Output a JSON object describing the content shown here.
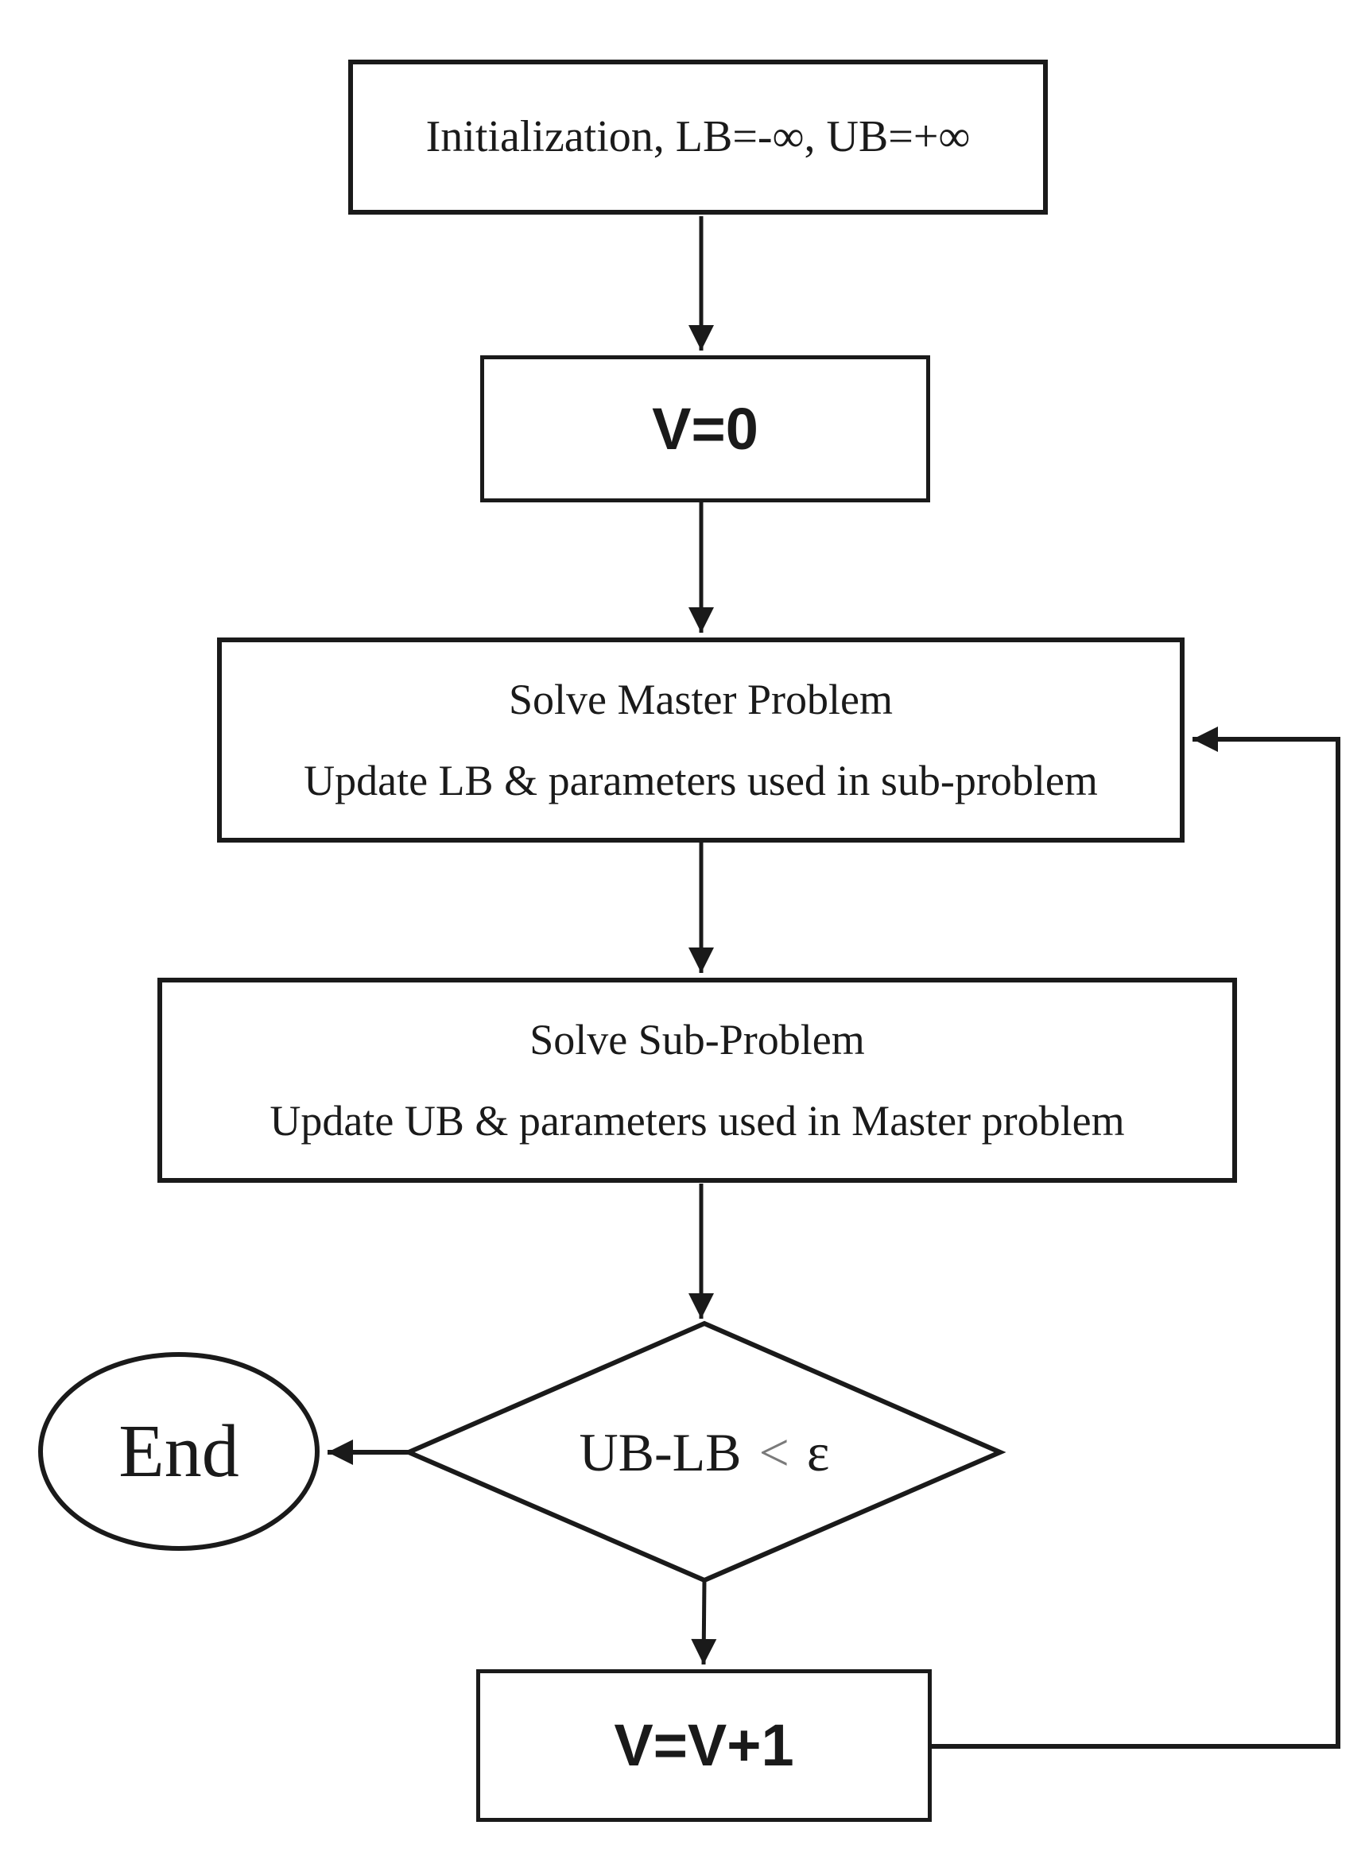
{
  "flowchart": {
    "title_hint": "Benders decomposition iteration flowchart",
    "init_label": "Initialization, LB=-∞, UB=+∞",
    "v0_label": "V=0",
    "master_line1": "Solve Master Problem",
    "master_line2": "Update LB & parameters used in sub-problem",
    "sub_line1": "Solve Sub-Problem",
    "sub_line2": "Update UB & parameters used in Master problem",
    "decision_lhs": "UB-LB",
    "decision_op": "<",
    "decision_rhs": "ε",
    "end_label": "End",
    "increment_label": "V=V+1"
  },
  "colors": {
    "stroke": "#1a1a1a",
    "background": "#ffffff",
    "operator_gray": "#7a7a7a"
  }
}
